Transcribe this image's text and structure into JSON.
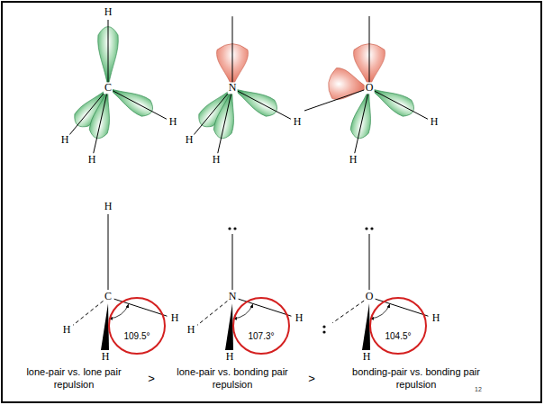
{
  "diagram": {
    "labels": [
      "H",
      "C",
      "H",
      "H",
      "H",
      "N",
      "H",
      "H",
      "H",
      "O",
      "H",
      "H",
      "H",
      "C",
      "H",
      "H",
      "H",
      "109.5°",
      "N",
      "H",
      "H",
      "H",
      "107.3°",
      "O",
      "H",
      "H",
      "104.5°",
      "lone-pair vs. lone pair repulsion",
      ">",
      "lone-pair vs. bonding pair repulsion",
      ">",
      "bonding-pair vs. bonding pair repulsion",
      "12"
    ]
  }
}
